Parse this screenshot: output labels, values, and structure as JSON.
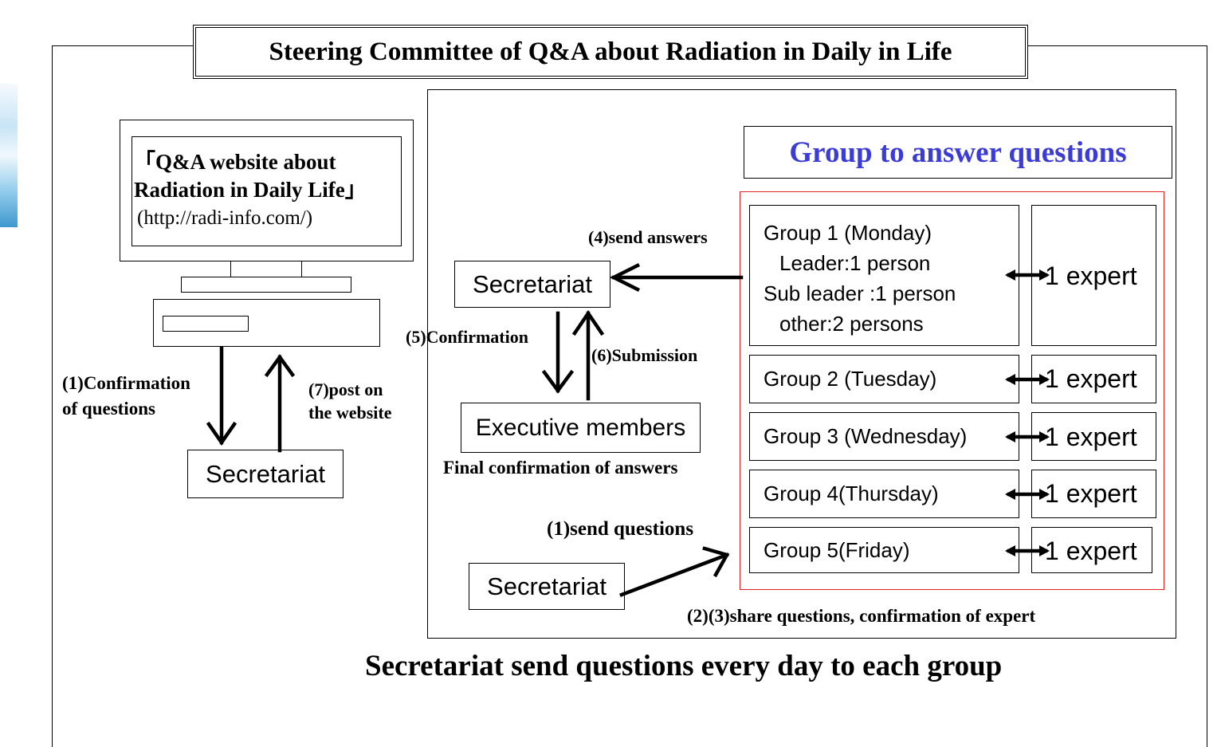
{
  "title": "Steering Committee of Q&A about Radiation in Daily in Life",
  "website": {
    "line1": "「Q&A website about",
    "line2": "Radiation in Daily Life」",
    "url": "(http://radi-info.com/)"
  },
  "left_flow": {
    "confirm_line1": "(1)Confirmation",
    "confirm_line2": "of questions",
    "post_line1": "(7)post on",
    "post_line2": "the website",
    "secretariat": "Secretariat"
  },
  "group_heading": "Group to answer questions",
  "groups": [
    {
      "name": "Group 1 (Monday)",
      "details": [
        "Leader:1 person",
        "Sub leader :1 person",
        "other:2 persons"
      ],
      "expert": "1 expert"
    },
    {
      "name": "Group 2 (Tuesday)",
      "expert": "1 expert"
    },
    {
      "name": "Group 3 (Wednesday)",
      "expert": "1 expert"
    },
    {
      "name": "Group 4(Thursday)",
      "expert": "1 expert"
    },
    {
      "name": "Group 5(Friday)",
      "expert": "1 expert"
    }
  ],
  "right_flow": {
    "send_answers": "(4)send answers",
    "secretariat_top": "Secretariat",
    "confirmation": "(5)Confirmation",
    "submission": "(6)Submission",
    "executive": "Executive members",
    "final_confirmation": "Final confirmation of answers",
    "send_questions": "(1)send questions",
    "secretariat_bottom": "Secretariat",
    "share": "(2)(3)share questions, confirmation of expert"
  },
  "footer": "Secretariat send questions every day to each group",
  "colors": {
    "heading_blue": "#3b3bd6",
    "group_frame_red": "#e32222"
  }
}
